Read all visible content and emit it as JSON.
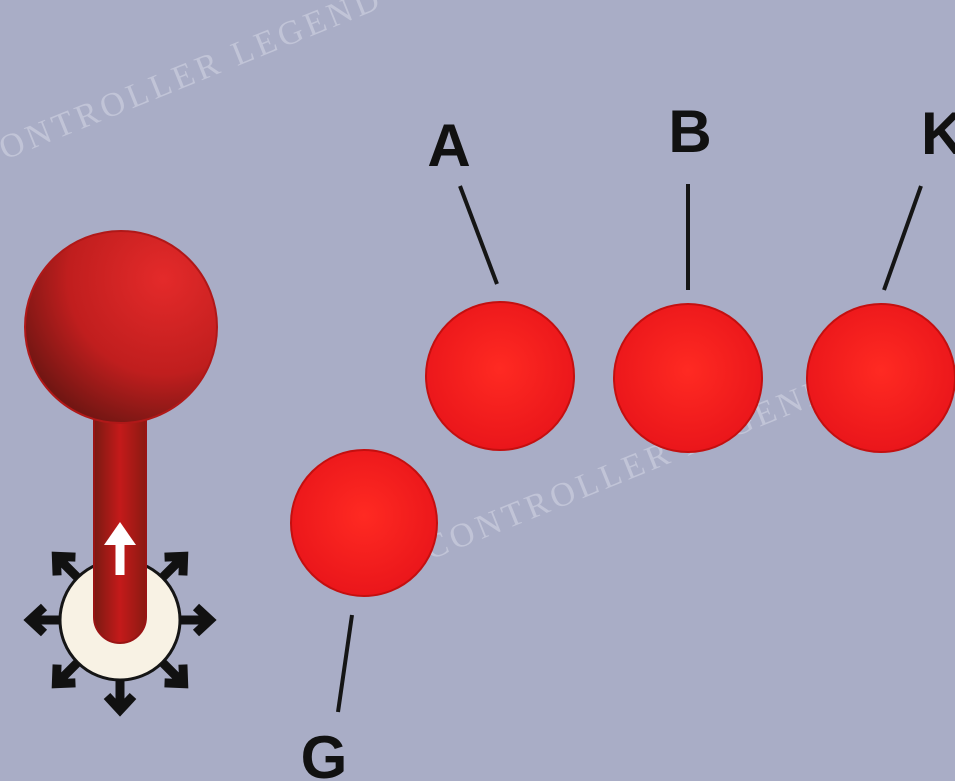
{
  "colors": {
    "background": "#a9adc6",
    "button": "#ee1c1c",
    "button_edge": "#c40f0f",
    "joystick_ball": "#c51e1e",
    "joystick_shaft": "#b51616",
    "joystick_base": "#f8f2e4",
    "leader_line": "#151515",
    "arrow": "#111111"
  },
  "diagram": {
    "buttons": [
      {
        "id": "A",
        "label": "A"
      },
      {
        "id": "B",
        "label": "B"
      },
      {
        "id": "K",
        "label": "K"
      },
      {
        "id": "G",
        "label": "G"
      }
    ],
    "joystick": {
      "directions": [
        "up",
        "up-right",
        "right",
        "down-right",
        "down",
        "down-left",
        "left",
        "up-left"
      ],
      "active_direction": "up"
    }
  },
  "watermark": {
    "text_1": "CONTROLLER LEGEND",
    "text_2": "CONTROLLER LEGEND"
  }
}
